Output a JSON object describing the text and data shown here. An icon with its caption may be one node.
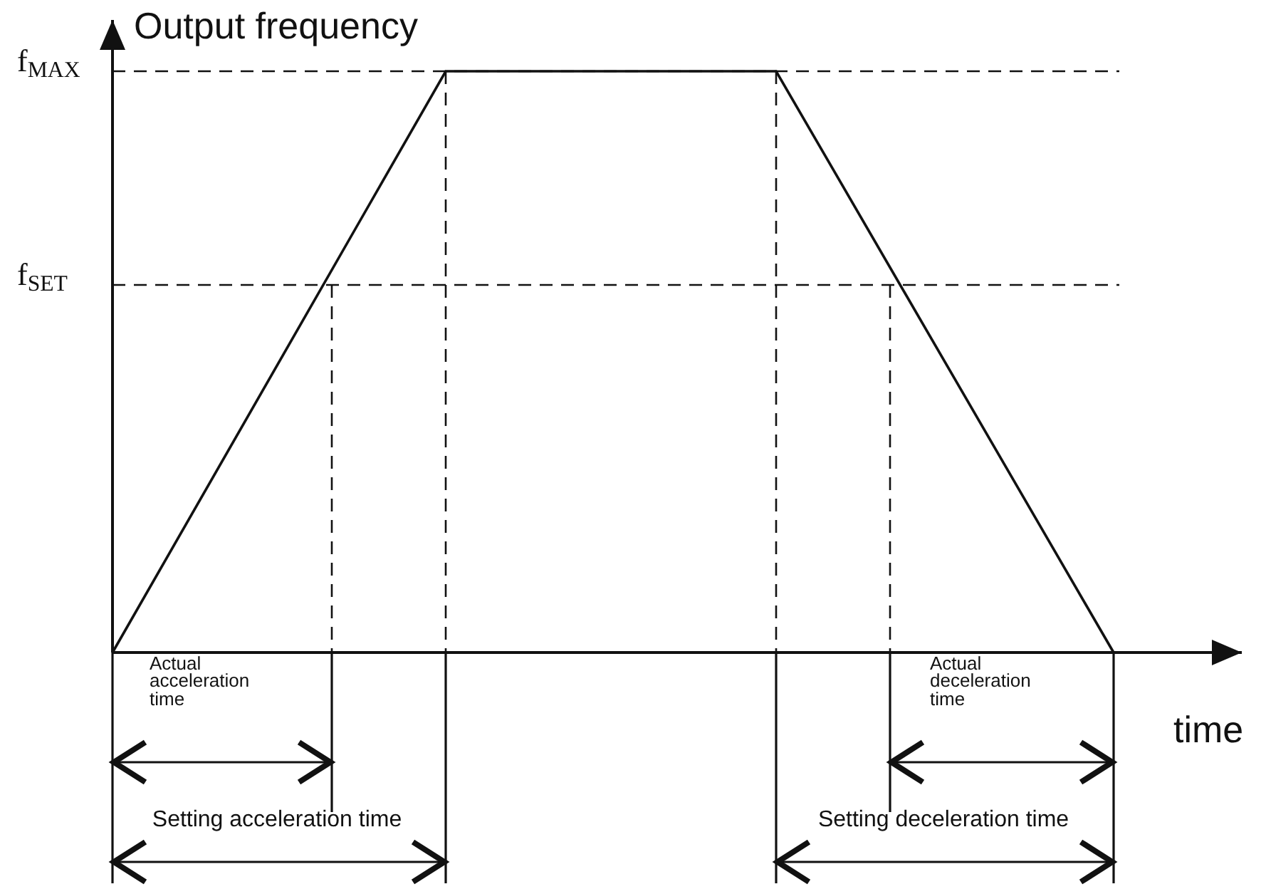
{
  "diagram": {
    "labels": [
      "Output frequency",
      "f$_{MAX}$",
      "f$_{SET}$",
      "time",
      "Actual acceleration time",
      "Setting acceleration time",
      "Actual deceleration time",
      "Setting deceleration time"
    ]
  }
}
